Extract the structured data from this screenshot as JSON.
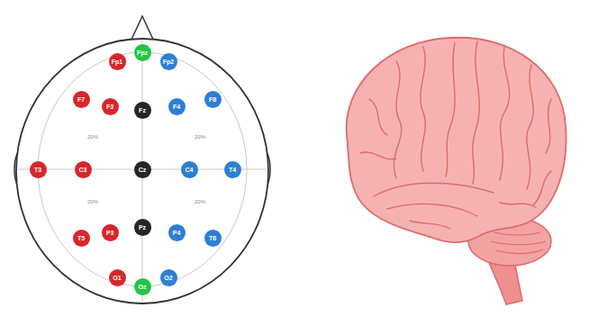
{
  "diagram": {
    "nodes": [
      {
        "text": [
          "Fp1"
        ]
      },
      {
        "text": [
          "Fpz"
        ]
      },
      {
        "text": [
          "Fp2"
        ]
      },
      {
        "text": [
          "F7"
        ]
      },
      {
        "text": [
          "F3"
        ]
      },
      {
        "text": [
          "Fz"
        ]
      },
      {
        "text": [
          "F4"
        ]
      },
      {
        "text": [
          "F8"
        ]
      },
      {
        "text": [
          "T3"
        ]
      },
      {
        "text": [
          "C3"
        ]
      },
      {
        "text": [
          "Cz"
        ]
      },
      {
        "text": [
          "C4"
        ]
      },
      {
        "text": [
          "T4"
        ]
      },
      {
        "text": [
          "T5"
        ]
      },
      {
        "text": [
          "P3"
        ]
      },
      {
        "text": [
          "Pz"
        ]
      },
      {
        "text": [
          "P4"
        ]
      },
      {
        "text": [
          "T6"
        ]
      },
      {
        "text": [
          "O1"
        ]
      },
      {
        "text": [
          "Oz"
        ]
      },
      {
        "text": [
          "O2"
        ]
      }
    ],
    "labels": [
      "20%",
      "20%",
      "20%",
      "20%"
    ]
  }
}
